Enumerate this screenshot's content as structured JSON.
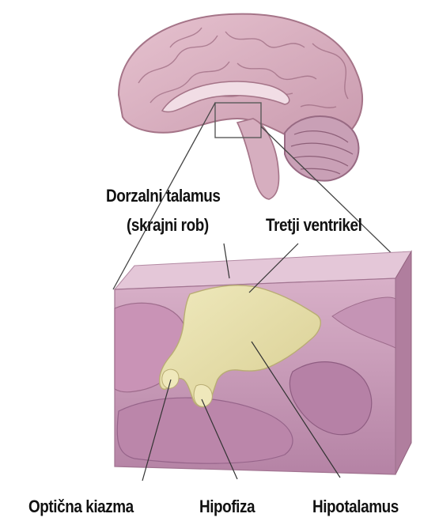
{
  "labels": {
    "dorsal_thalamus_line1": "Dorzalni talamus",
    "dorsal_thalamus_line2": "(skrajni rob)",
    "third_ventricle": "Tretji ventrikel",
    "optic_chiasm": "Optična kiazma",
    "hypophysis": "Hipofiza",
    "hypothalamus": "Hipotalamus"
  },
  "colors": {
    "brain": "#d9aebd",
    "brain_dark": "#b57f93",
    "cerebellum": "#caa0b6",
    "block_face": "#c896b4",
    "block_top": "#e0bfd3",
    "block_side": "#b784a4",
    "hypothalamus": "#e7e0a8",
    "hypothalamus_edge": "#bdb27a",
    "pointer_line": "#333333"
  }
}
